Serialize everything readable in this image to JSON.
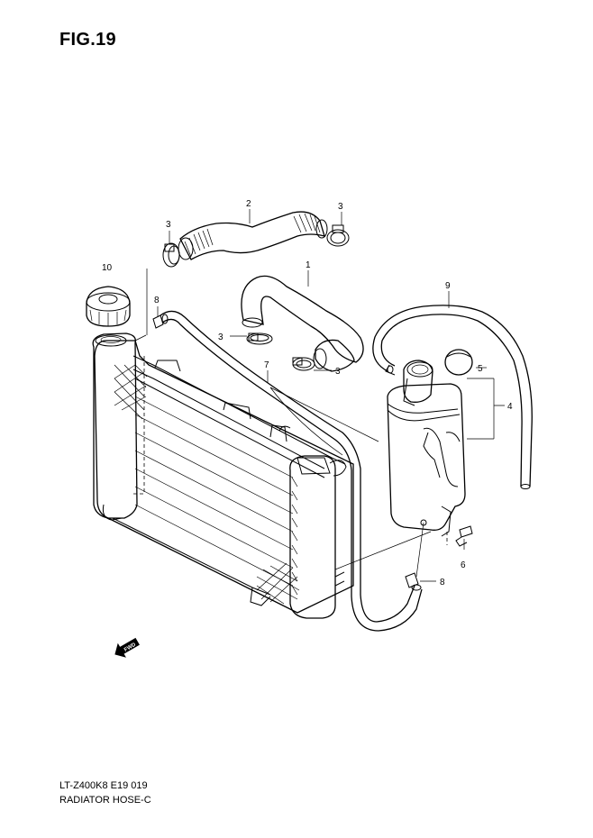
{
  "figure": {
    "title": "FIG.19"
  },
  "footer": {
    "code": "LT-Z400K8 E19  019",
    "subtitle": "RADIATOR HOSE-C"
  },
  "callouts": [
    "1",
    "2",
    "3",
    "3",
    "3",
    "3",
    "4",
    "5",
    "6",
    "7",
    "8",
    "8",
    "9",
    "10"
  ],
  "fwd_arrow": {
    "label": "FWD"
  }
}
